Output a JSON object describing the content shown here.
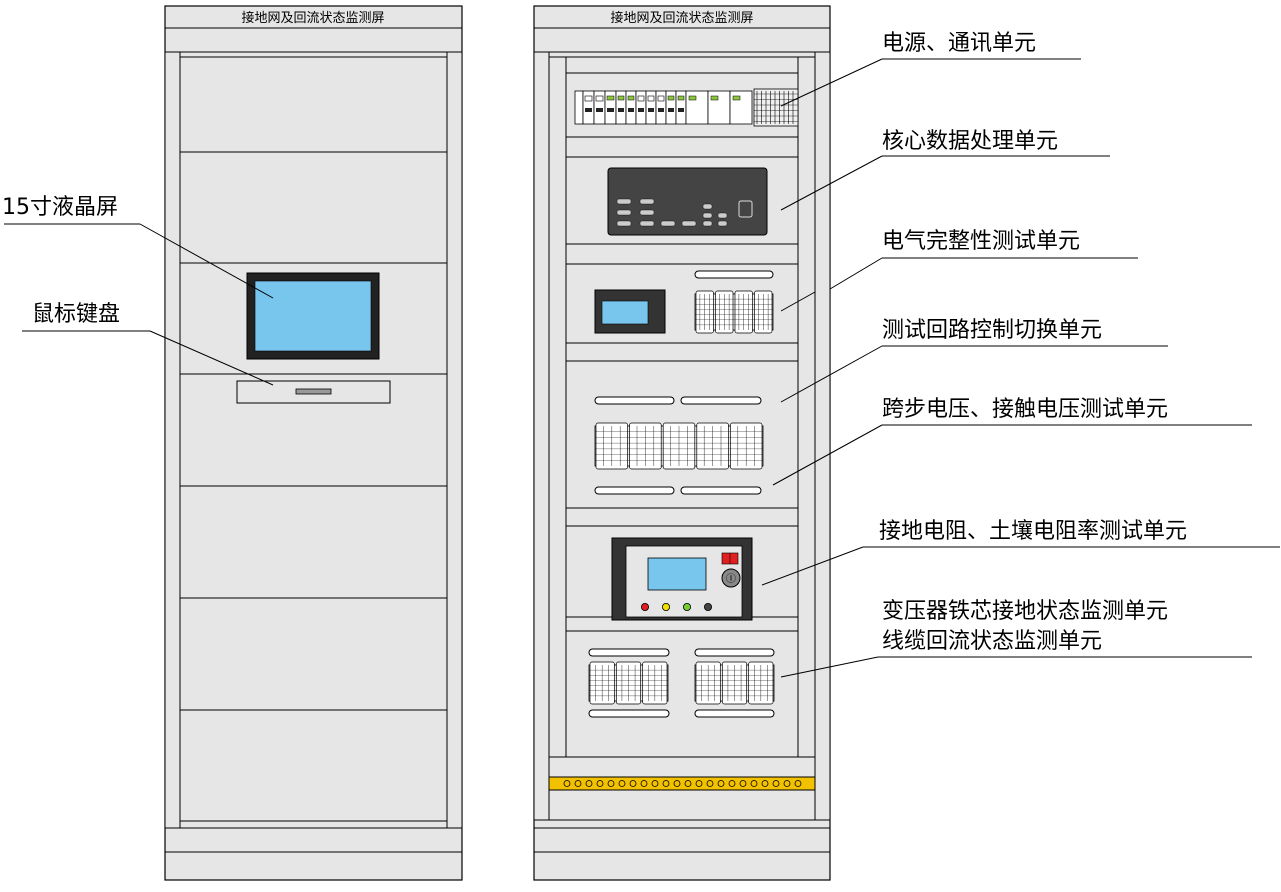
{
  "front_cabinet": {
    "header": "接地网及回流状态监测屏",
    "callouts": {
      "lcd": "15寸液晶屏",
      "keyboard": "鼠标键盘"
    }
  },
  "rear_cabinet": {
    "header": "接地网及回流状态监测屏",
    "callouts": [
      "电源、通讯单元",
      "核心数据处理单元",
      "电气完整性测试单元",
      "测试回路控制切换单元",
      "跨步电压、接触电压测试单元",
      "接地电阻、土壤电阻率测试单元",
      "变压器铁芯接地状态监测单元",
      "线缆回流状态监测单元"
    ]
  },
  "colors": {
    "panel": "#e6e6e6",
    "outline": "#000000",
    "screen": "#78c5ee",
    "bezel": "#222222",
    "terminal_bar": "#f2c200",
    "red": "#e02020",
    "yellow": "#f2e000",
    "green": "#77cc33",
    "dark": "#444444"
  }
}
